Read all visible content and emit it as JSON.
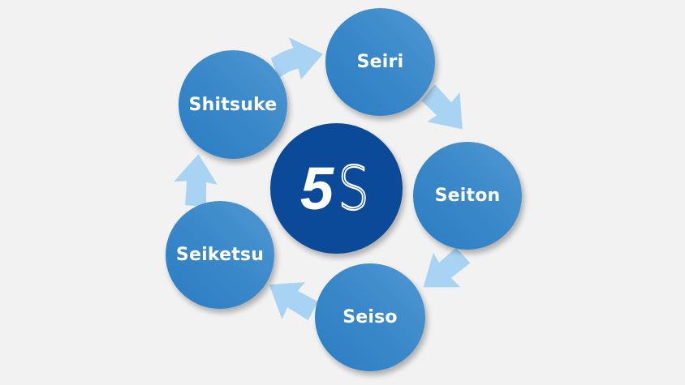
{
  "diagram": {
    "title": "5S",
    "title_parts": {
      "number": "5",
      "letter": "S"
    },
    "type": "cycle",
    "colors": {
      "background": "#f2f2f2",
      "center_circle": "#0a4a99",
      "step_circle": "#3a88c9",
      "arrow": "#a9d3f3",
      "text": "#ffffff"
    },
    "steps": [
      {
        "label": "Seiri"
      },
      {
        "label": "Seiton"
      },
      {
        "label": "Seiso"
      },
      {
        "label": "Seiketsu"
      },
      {
        "label": "Shitsuke"
      }
    ],
    "flow": [
      {
        "from": "Shitsuke",
        "to": "Seiri"
      },
      {
        "from": "Seiri",
        "to": "Seiton"
      },
      {
        "from": "Seiton",
        "to": "Seiso"
      },
      {
        "from": "Seiso",
        "to": "Seiketsu"
      },
      {
        "from": "Seiketsu",
        "to": "Shitsuke"
      }
    ]
  }
}
